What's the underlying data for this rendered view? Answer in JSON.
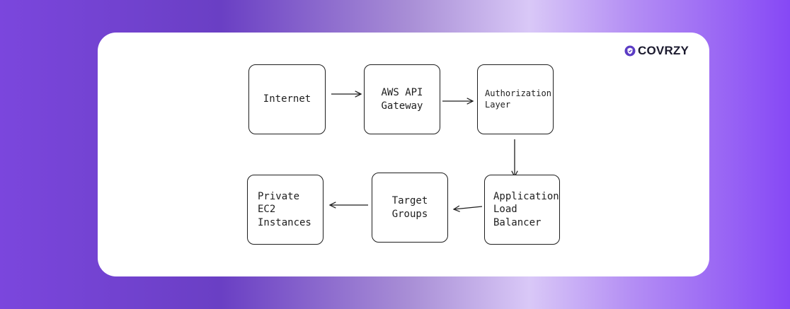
{
  "brand": {
    "name": "COVRZY",
    "icon": "shield-check-icon",
    "color": "#5b3cc4"
  },
  "nodes": {
    "internet": {
      "lines": [
        "Internet"
      ]
    },
    "api_gateway": {
      "lines": [
        "AWS API",
        "Gateway"
      ]
    },
    "authorization": {
      "lines": [
        "Authorization",
        "Layer"
      ]
    },
    "alb": {
      "lines": [
        "Application",
        "Load",
        "Balancer"
      ]
    },
    "target_groups": {
      "lines": [
        "Target",
        "Groups"
      ]
    },
    "ec2": {
      "lines": [
        "Private",
        "EC2",
        "Instances"
      ]
    }
  },
  "edges": [
    {
      "from": "internet",
      "to": "api_gateway"
    },
    {
      "from": "api_gateway",
      "to": "authorization"
    },
    {
      "from": "authorization",
      "to": "alb"
    },
    {
      "from": "alb",
      "to": "target_groups"
    },
    {
      "from": "target_groups",
      "to": "ec2"
    }
  ]
}
